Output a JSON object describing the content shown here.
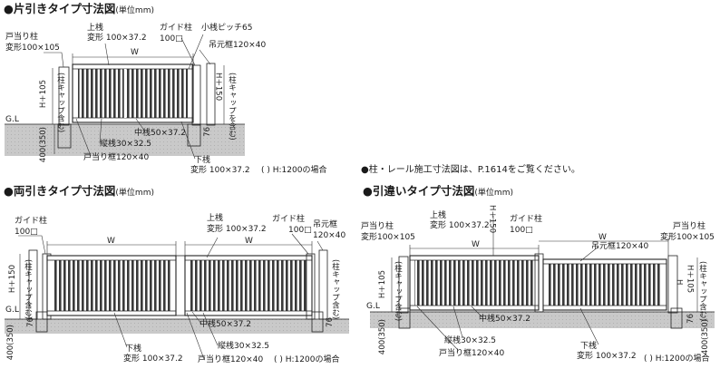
{
  "unit": "(単位mm)",
  "single": {
    "title": "●片引きタイプ寸法図",
    "labels": {
      "stop_post": "戸当り柱",
      "stop_post_size": "変形100×105",
      "top_rail": "上桟",
      "top_rail_size": "変形 100×37.2",
      "guide_post": "ガイド柱",
      "guide_post_size": "100□",
      "pitch": "小桟ピッチ65",
      "hanging_frame": "吊元框120×40",
      "width": "W",
      "gl": "G.L",
      "h105": "H＋105",
      "h150": "H＋150",
      "cap": "(柱キャップ含む)",
      "cap2": "(柱キャップを含む)",
      "mid_rail": "中桟50×37.2",
      "vert_bar": "縦桟30×32.5",
      "stop_frame": "戸当り框120×40",
      "bottom_rail": "下桟",
      "bottom_rail_size": "変形 100×37.2",
      "depth": "400(350)",
      "d76": "76",
      "note": "(   ) H:1200の場合"
    }
  },
  "note_rail": "●柱・レール施工寸法図は、P.1614をご覧ください。",
  "double": {
    "title": "●両引きタイプ寸法図",
    "labels": {
      "guide_post": "ガイド柱",
      "guide_post_size": "100□",
      "top_rail": "上桟",
      "top_rail_size": "変形 100×37.2",
      "guide_post_r": "ガイド柱",
      "guide_post_r_size": "100□",
      "hanging_frame": "吊元框",
      "hanging_frame_size": "120×40",
      "width_l": "W",
      "width_r": "W",
      "gl": "G.L",
      "h150": "H＋150",
      "cap": "(柱キャップ含む)",
      "d76": "76",
      "depth": "400(350)",
      "mid_rail": "中桟50×37.2",
      "bottom_rail": "下桟",
      "bottom_rail_size": "変形 100×37.2",
      "vert_bar": "縦桟30×32.5",
      "stop_frame": "戸当り框120×40",
      "note": "(   ) H:1200の場合"
    }
  },
  "bi": {
    "title": "●引違いタイプ寸法図",
    "labels": {
      "stop_post": "戸当り柱",
      "stop_post_size": "変形100×105",
      "top_rail": "上桟",
      "top_rail_size": "変形 100×37.2",
      "h150": "H＋150",
      "guide_post": "ガイド柱",
      "guide_post_size": "100□",
      "stop_post_r": "戸当り柱",
      "stop_post_r_size": "変形100×105",
      "width_l": "W",
      "width_r": "W",
      "hanging_frame": "吊元框120×40",
      "gl": "G.L",
      "h105": "H＋105",
      "cap": "(柱キャップ含む)",
      "h": "H",
      "h105r": "H＋105",
      "mid_rail": "中桟50×37.2",
      "vert_bar": "縦桟30×32.5",
      "stop_frame": "戸当り框120×40",
      "bottom_rail": "下桟",
      "bottom_rail_size": "変形 100×37.2",
      "depth": "400(350)",
      "depth_r": "400(350)",
      "d76": "76",
      "note": "(   ) H:1200の場合"
    }
  }
}
